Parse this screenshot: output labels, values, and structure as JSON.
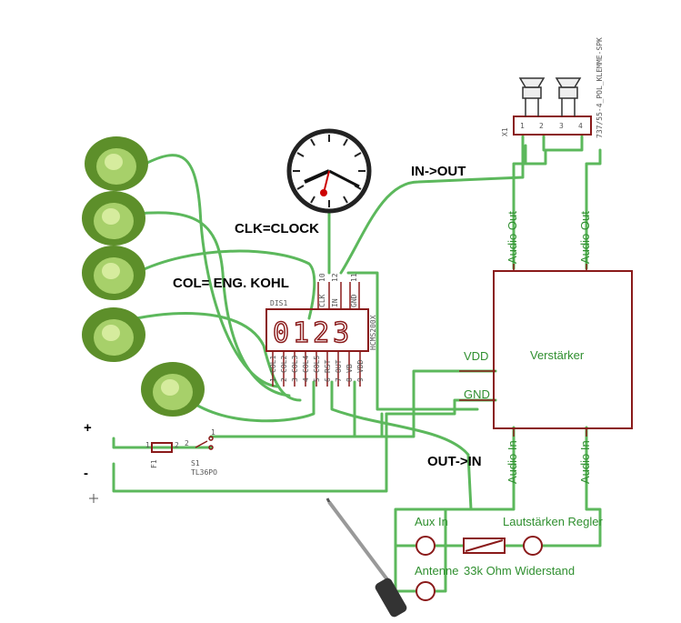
{
  "labels": {
    "clk": "CLK=CLOCK",
    "col": "COL= ENG. KOHL",
    "in_out": "IN->OUT",
    "out_in": "OUT->IN",
    "plus": "+",
    "minus": "-"
  },
  "display": {
    "name": "DIS1",
    "part": "HCMS200X",
    "digits": "0123",
    "top_pins": [
      "10",
      "12",
      "11"
    ],
    "top_pin_names": [
      "CLK",
      "IN",
      "GND"
    ],
    "bottom_pins": [
      "1",
      "2",
      "3",
      "4",
      "5",
      "6",
      "7",
      "8",
      "9"
    ],
    "bottom_pin_names": [
      "COL1",
      "COL2",
      "COL3",
      "COL4",
      "COL5",
      "RST",
      "OUT",
      "VB",
      "VDD"
    ]
  },
  "amplifier": {
    "title": "Verstärker",
    "vdd": "VDD",
    "gnd": "GND",
    "audio_out": "Audio Out",
    "audio_in": "Audio In"
  },
  "connector": {
    "name": "X1",
    "part": "737/55-4_POL_KLEMME-SPK",
    "pins": [
      "1",
      "2",
      "3",
      "4"
    ]
  },
  "fuse": {
    "name": "F1",
    "pins": [
      "1",
      "2"
    ]
  },
  "switch": {
    "name": "S1",
    "part": "TL36PO",
    "pins": [
      "2",
      "1"
    ]
  },
  "audio_section": {
    "aux_in": "Aux In",
    "volume": "Lautstärken Regler",
    "antenna": "Antenne",
    "resistor": "33k Ohm Widerstand"
  },
  "colors": {
    "wire": "#5cb85c",
    "part": "#8a1a1a",
    "cabbage": "#7cb342"
  }
}
